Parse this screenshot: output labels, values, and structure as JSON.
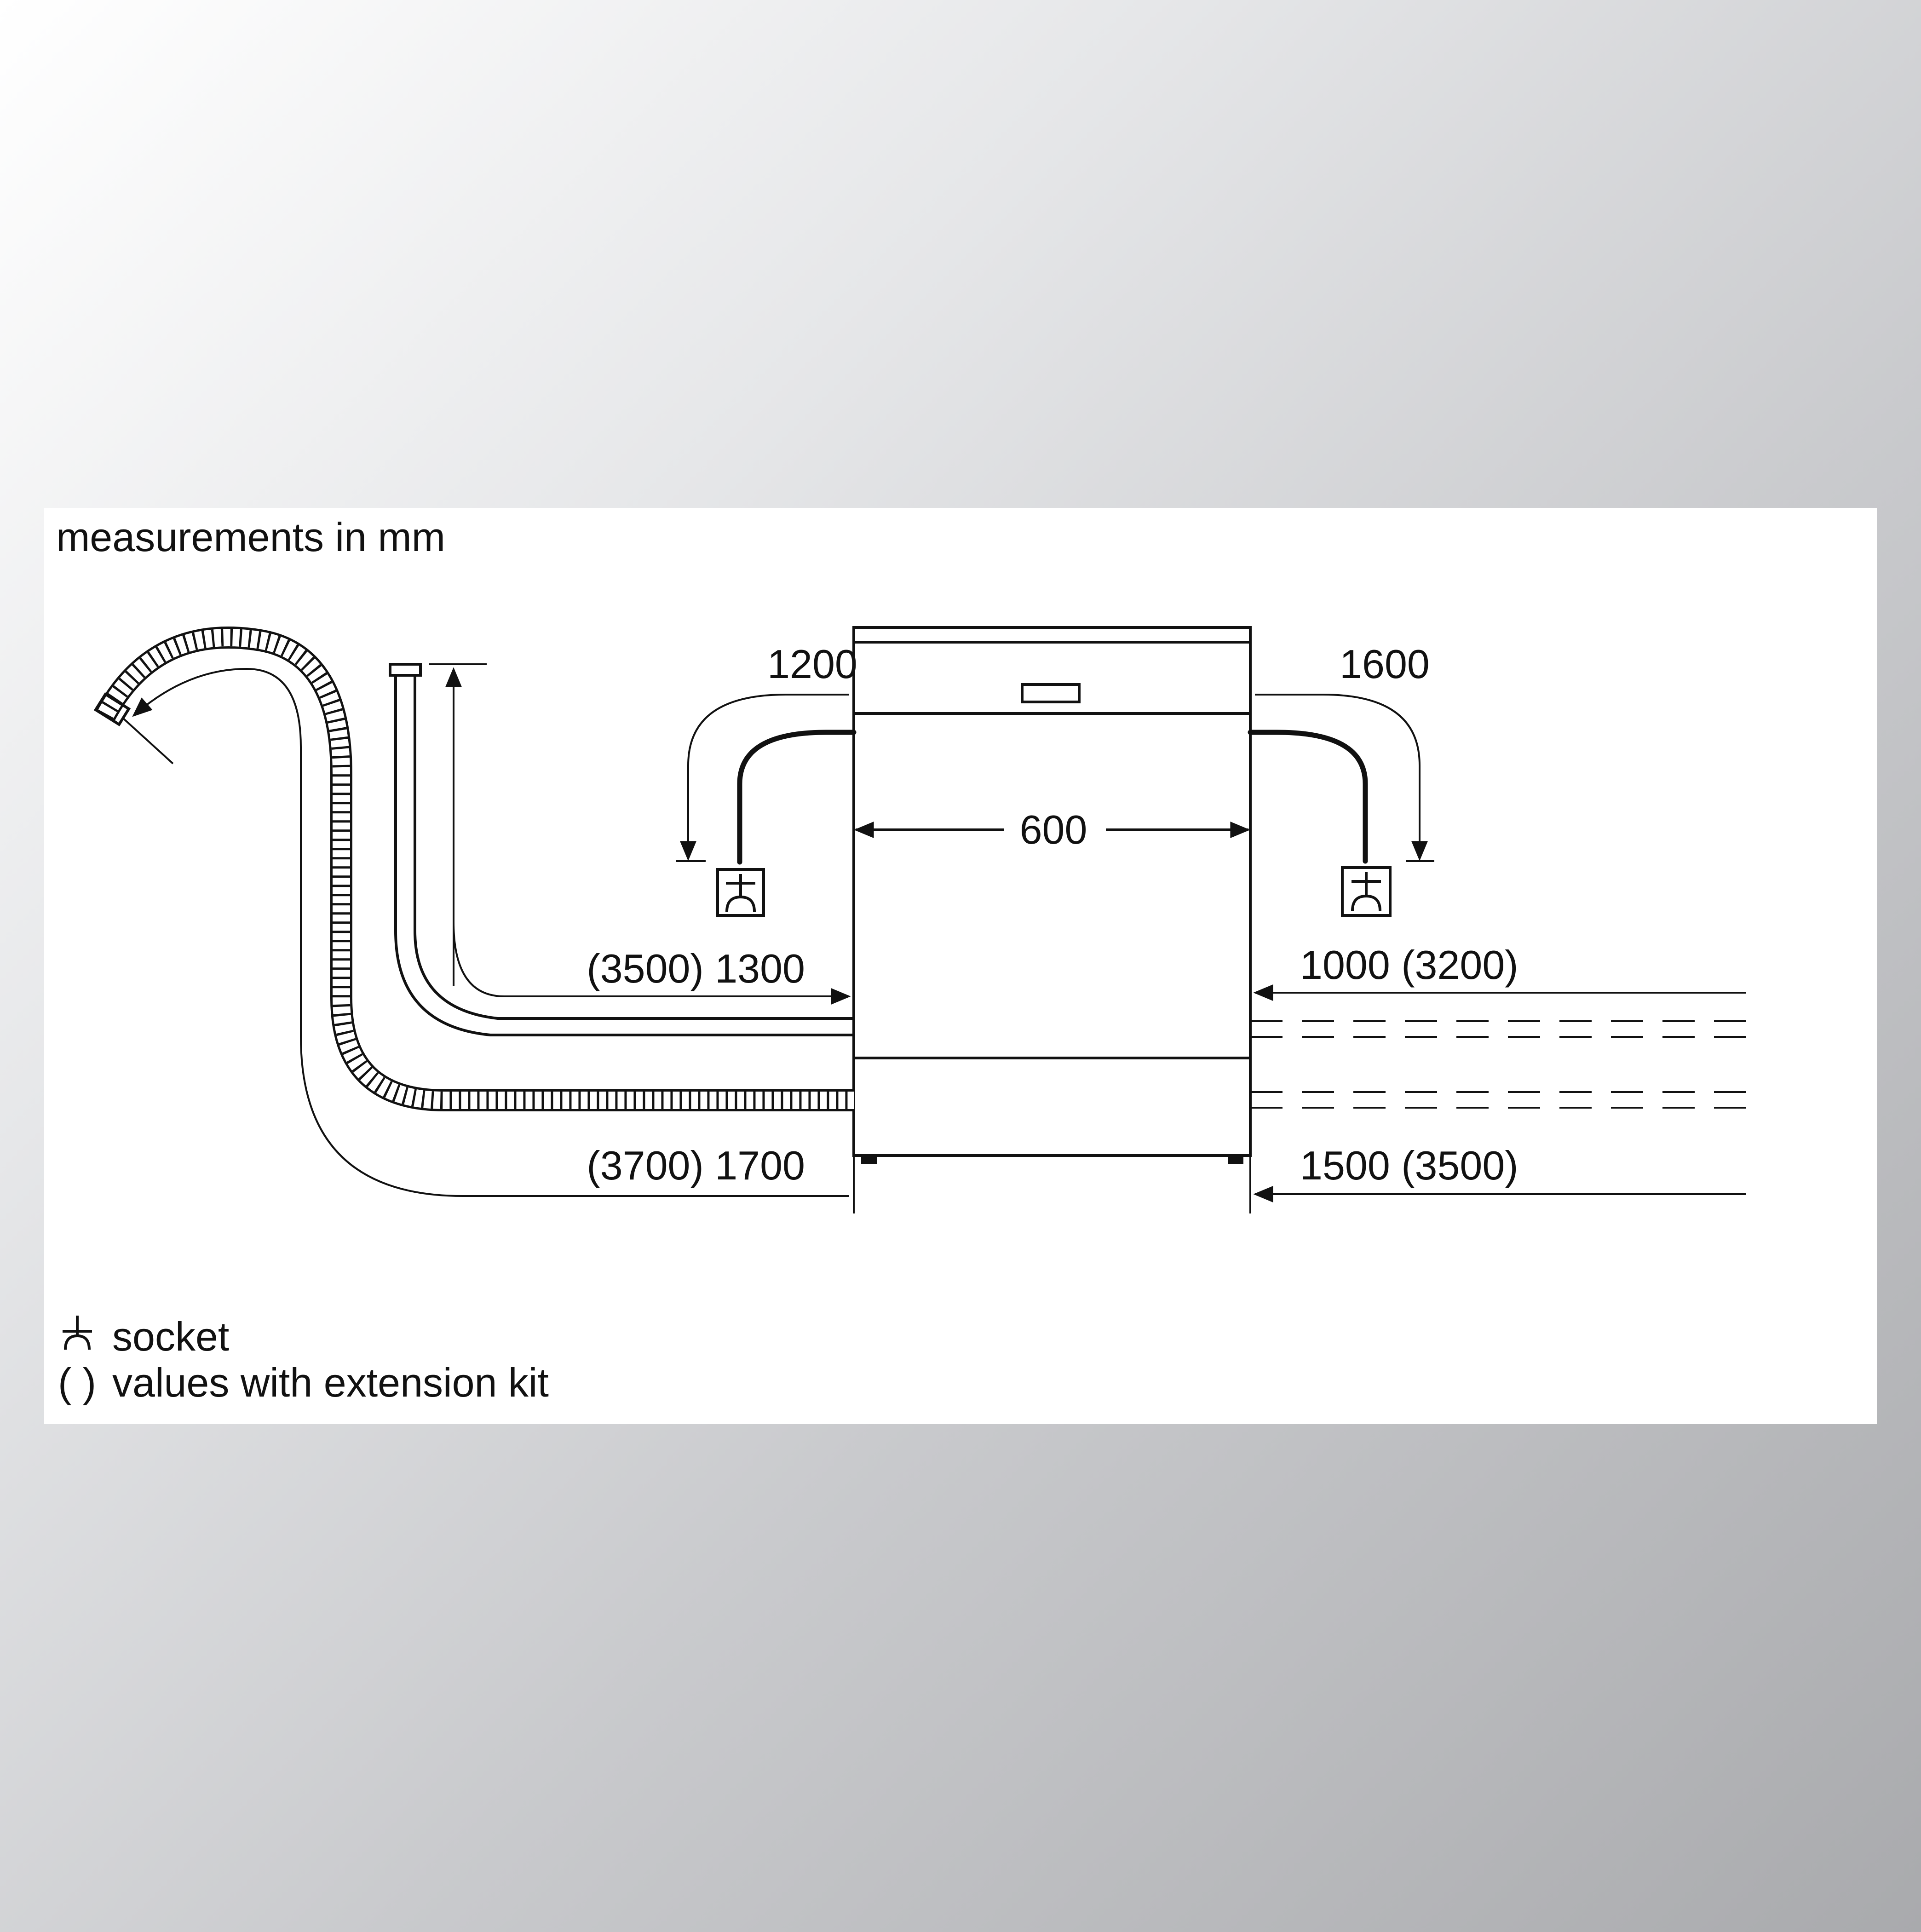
{
  "title": "measurements in mm",
  "dimensions": {
    "left_outlet": "1200",
    "right_outlet": "1600",
    "width": "600",
    "left_upper": "(3500) 1300",
    "left_lower": "(3700) 1700",
    "right_upper": "1000 (3200)",
    "right_lower": "1500 (3500)"
  },
  "legend": {
    "socket_label": "socket",
    "socket_symbol": "socket-icon",
    "parentheses_symbol": "( )",
    "parentheses_label": "values with extension kit"
  },
  "colors": {
    "panel": "#ffffff",
    "line": "#111111"
  }
}
